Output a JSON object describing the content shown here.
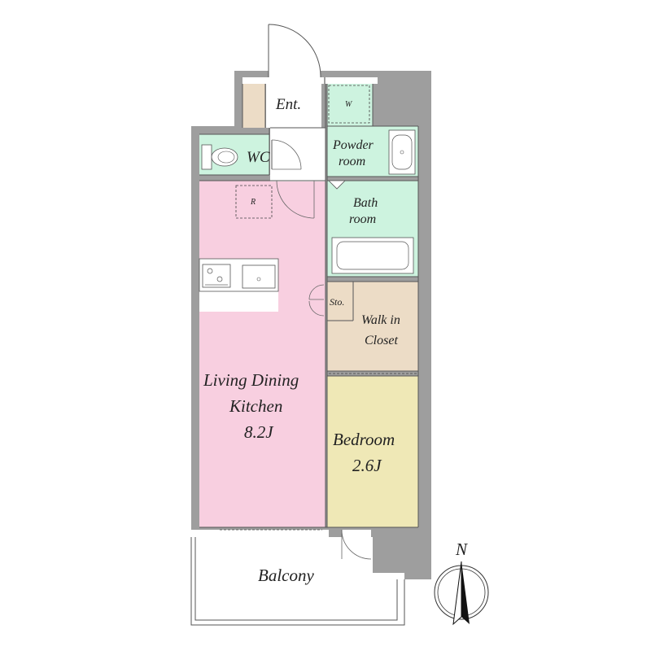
{
  "colors": {
    "living": "#f8cfe0",
    "wet_area": "#cdf3df",
    "closet": "#ecdcc6",
    "bedroom": "#efe8b6",
    "entrance_floor": "#ecdcc6",
    "wall": "#9e9e9e",
    "white": "#ffffff"
  },
  "rooms": {
    "entrance": "Ent.",
    "wc": "WC",
    "powder_room_line1": "Powder",
    "powder_room_line2": "room",
    "bath_room_line1": "Bath",
    "bath_room_line2": "room",
    "storage": "Sto.",
    "walk_in_closet_line1": "Walk in",
    "walk_in_closet_line2": "Closet",
    "ldk_line1": "Living Dining",
    "ldk_line2": "Kitchen",
    "ldk_size": "8.2J",
    "bedroom": "Bedroom",
    "bedroom_size": "2.6J",
    "balcony": "Balcony"
  },
  "fixtures": {
    "washer_mark": "W",
    "refrigerator_mark": "R"
  },
  "compass": {
    "north_label": "N"
  }
}
